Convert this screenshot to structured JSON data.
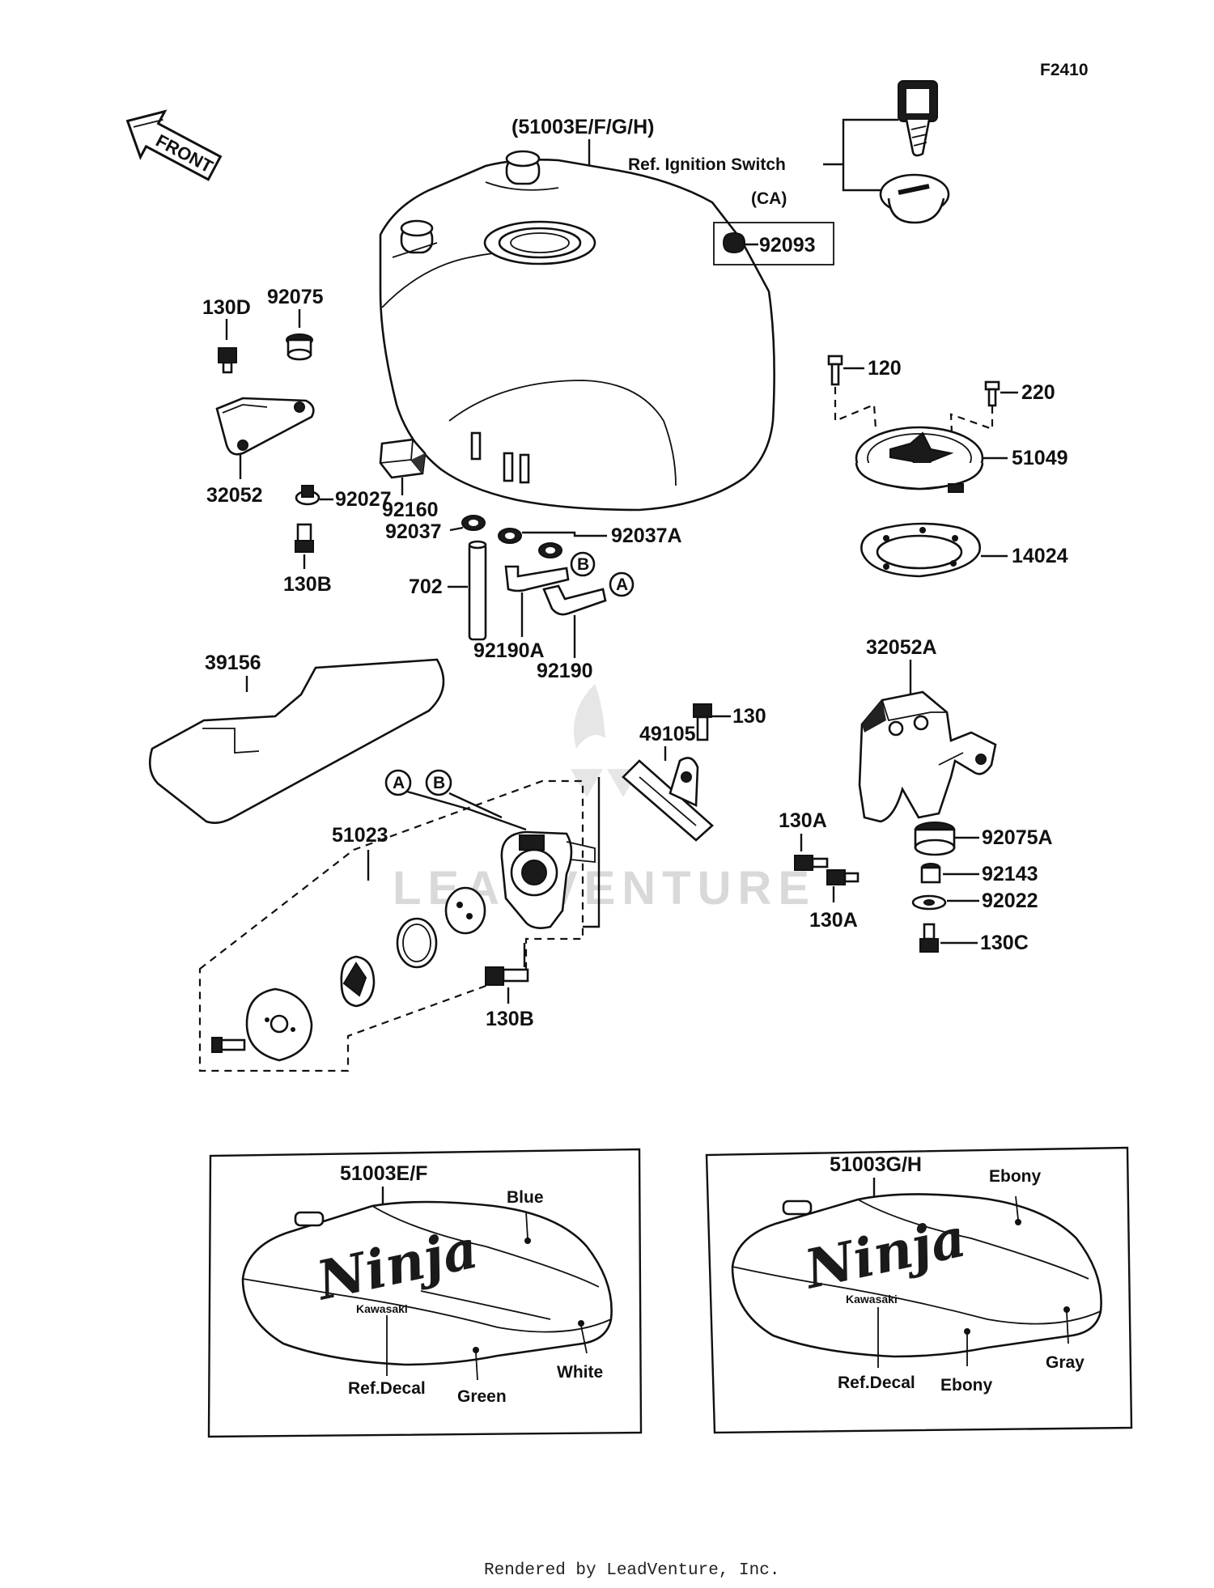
{
  "figure_code": "F2410",
  "front_label": "FRONT",
  "watermark": "LEADVENTURE",
  "footer": "Rendered by LeadVenture, Inc.",
  "callouts": {
    "tank": "(51003E/F/G/H)",
    "ignition": "Ref. Ignition Switch",
    "ca": "(CA)",
    "p92093": "92093",
    "p130D": "130D",
    "p92075": "92075",
    "p32052": "32052",
    "p92027": "92027",
    "p130B_top": "130B",
    "p92160": "92160",
    "p92037": "92037",
    "p92037A": "92037A",
    "p702": "702",
    "p92190A": "92190A",
    "p92190": "92190",
    "p120": "120",
    "p220": "220",
    "p51049": "51049",
    "p14024": "14024",
    "p32052A": "32052A",
    "p39156": "39156",
    "p49105": "49105",
    "p130": "130",
    "p51023": "51023",
    "p130A_1": "130A",
    "p130A_2": "130A",
    "p92075A": "92075A",
    "p92143": "92143",
    "p92022": "92022",
    "p130C": "130C",
    "p130B_bottom": "130B",
    "mark_a": "A",
    "mark_b": "B"
  },
  "variants": [
    {
      "part": "51003E/F",
      "brand": "Ninja",
      "sub_brand": "Kawasaki",
      "colors": {
        "top": "Blue",
        "side": "White",
        "lower": "Green"
      },
      "decal": "Ref.Decal"
    },
    {
      "part": "51003G/H",
      "brand": "Ninja",
      "sub_brand": "Kawasaki",
      "colors": {
        "top": "Ebony",
        "side": "Gray",
        "lower": "Ebony"
      },
      "decal": "Ref.Decal"
    }
  ]
}
